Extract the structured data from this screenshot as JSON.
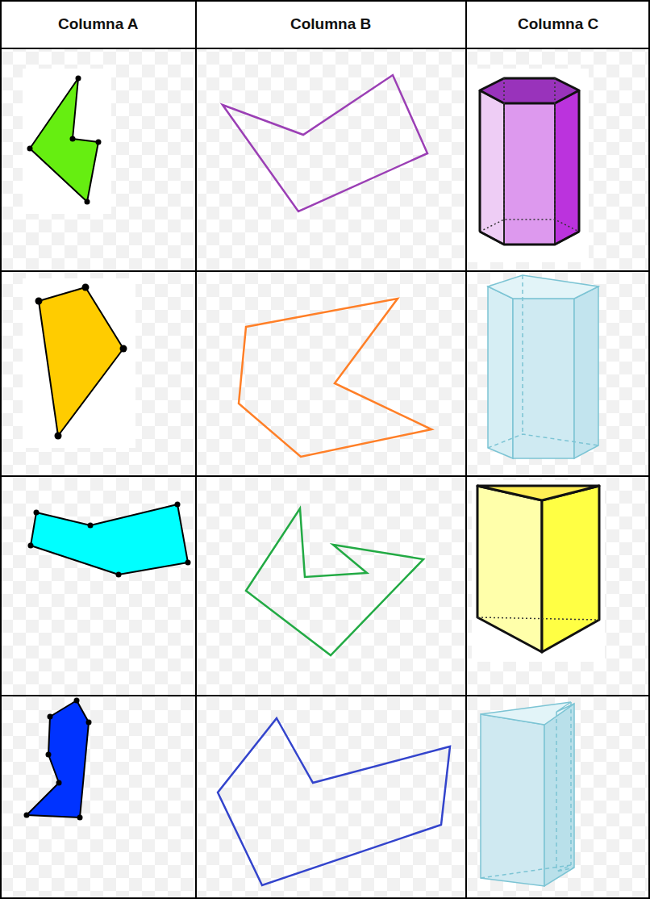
{
  "diagram": {
    "labels": [
      "Columna A",
      "Columna B",
      "Columna C"
    ]
  }
}
